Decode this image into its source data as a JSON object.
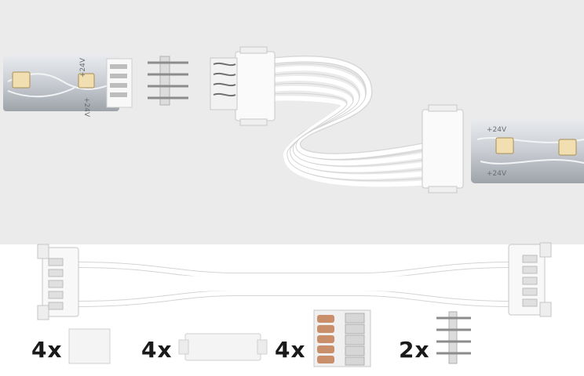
{
  "image": {
    "subject": "LED strip connector kit product photo",
    "background_color": "#ebebeb"
  },
  "strip_labels": {
    "left_top": "+24V",
    "left_bottom": "+24V",
    "right_top": "+24V",
    "right_bottom": "+24V"
  },
  "kit_quantities": [
    {
      "label": "4x"
    },
    {
      "label": "4x"
    },
    {
      "label": "4x"
    },
    {
      "label": "2x"
    }
  ]
}
